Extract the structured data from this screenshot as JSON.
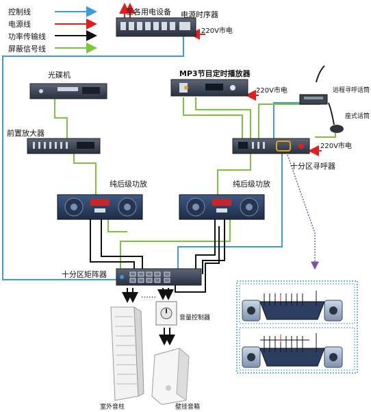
{
  "legend": [
    {
      "label": "控制线",
      "color": "#3a9be0"
    },
    {
      "label": "电源线",
      "color": "#e02020"
    },
    {
      "label": "功率传输线",
      "color": "#111111"
    },
    {
      "label": "屏蔽信号线",
      "color": "#7cc43a"
    }
  ],
  "labels": {
    "to_all_devices": "至各用电设备",
    "power_sequencer": "电源时序器",
    "mains_1": "220V市电",
    "cd_player": "光碟机",
    "mp3_timer": "MP3节目定时播放器",
    "mains_2": "220V市电",
    "remote_mic": "远程寻呼话筒",
    "desk_mic": "座式话筒",
    "preamp": "前置放大器",
    "mains_3": "220V市电",
    "pager": "十分区寻呼器",
    "amp_left": "纯后级功放",
    "amp_right": "纯后级功放",
    "matrix": "十分区矩阵器",
    "ellipsis": "……",
    "volume_ctrl": "音量控制器",
    "outdoor_column": "室外音柱",
    "wall_speaker": "壁挂音箱"
  }
}
